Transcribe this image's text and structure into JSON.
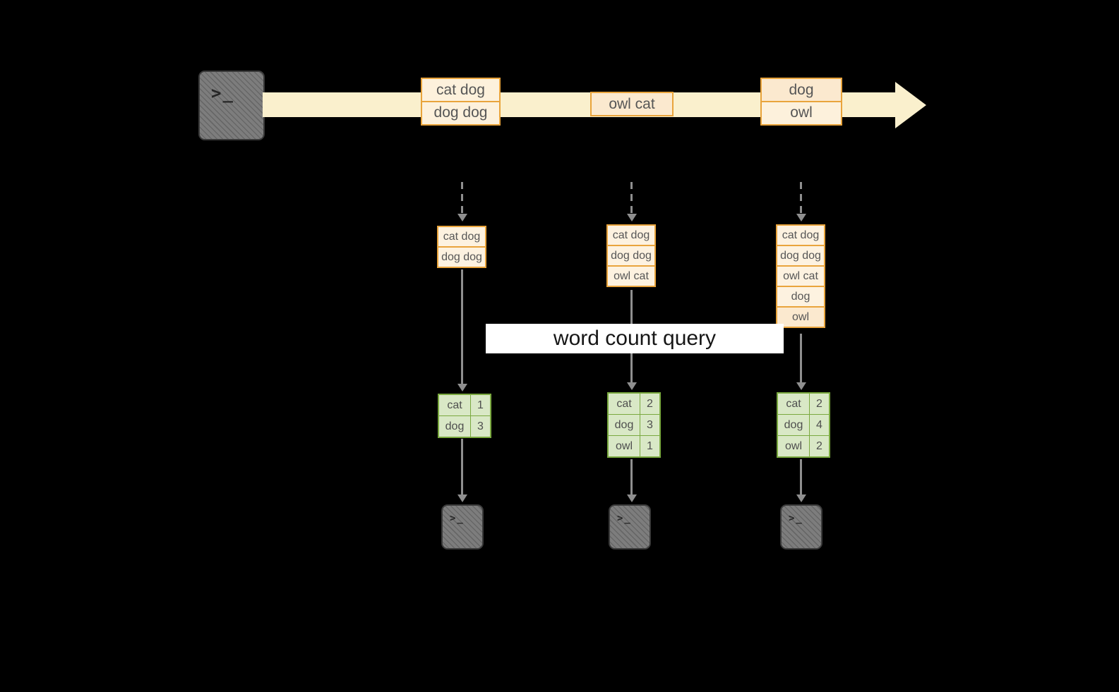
{
  "query": {
    "label": "word count query"
  },
  "icons": {
    "terminal_prompt": ">_"
  },
  "colors": {
    "background": "#000000",
    "stream_fill": "#faf0cd",
    "event_box_fill": "#fdf1dc",
    "event_box_border": "#e9a43c",
    "result_fill": "#d9e8c6",
    "result_border": "#7aa93f",
    "terminal_fill": "#7d7d7d",
    "arrow": "#8f8f8f",
    "banner_bg": "#ffffff"
  },
  "stream": {
    "events": [
      {
        "lines": [
          "cat dog",
          "dog dog"
        ]
      },
      {
        "lines": [
          "owl cat"
        ]
      },
      {
        "lines": [
          "dog",
          "owl"
        ]
      }
    ]
  },
  "columns": [
    {
      "state": [
        "cat dog",
        "dog dog"
      ],
      "result": [
        {
          "word": "cat",
          "count": "1"
        },
        {
          "word": "dog",
          "count": "3"
        }
      ]
    },
    {
      "state": [
        "cat dog",
        "dog dog",
        "owl cat"
      ],
      "result": [
        {
          "word": "cat",
          "count": "2"
        },
        {
          "word": "dog",
          "count": "3"
        },
        {
          "word": "owl",
          "count": "1"
        }
      ]
    },
    {
      "state": [
        "cat dog",
        "dog dog",
        "owl cat",
        "dog",
        "owl"
      ],
      "result": [
        {
          "word": "cat",
          "count": "2"
        },
        {
          "word": "dog",
          "count": "4"
        },
        {
          "word": "owl",
          "count": "2"
        }
      ]
    }
  ]
}
